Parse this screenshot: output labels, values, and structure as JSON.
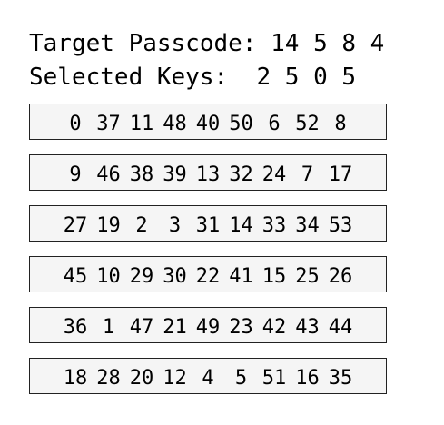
{
  "target": {
    "label": "Target Passcode:",
    "value": "14 5 8 4"
  },
  "selected": {
    "label": "Selected Keys:",
    "value": "2 5 0 5"
  },
  "keypad": {
    "rows": [
      [
        "0",
        "37",
        "11",
        "48",
        "40",
        "50",
        "6",
        "52",
        "8"
      ],
      [
        "9",
        "46",
        "38",
        "39",
        "13",
        "32",
        "24",
        "7",
        "17"
      ],
      [
        "27",
        "19",
        "2",
        "3",
        "31",
        "14",
        "33",
        "34",
        "53"
      ],
      [
        "45",
        "10",
        "29",
        "30",
        "22",
        "41",
        "15",
        "25",
        "26"
      ],
      [
        "36",
        "1",
        "47",
        "21",
        "49",
        "23",
        "42",
        "43",
        "44"
      ],
      [
        "18",
        "28",
        "20",
        "12",
        "4",
        "5",
        "51",
        "16",
        "35"
      ]
    ]
  }
}
